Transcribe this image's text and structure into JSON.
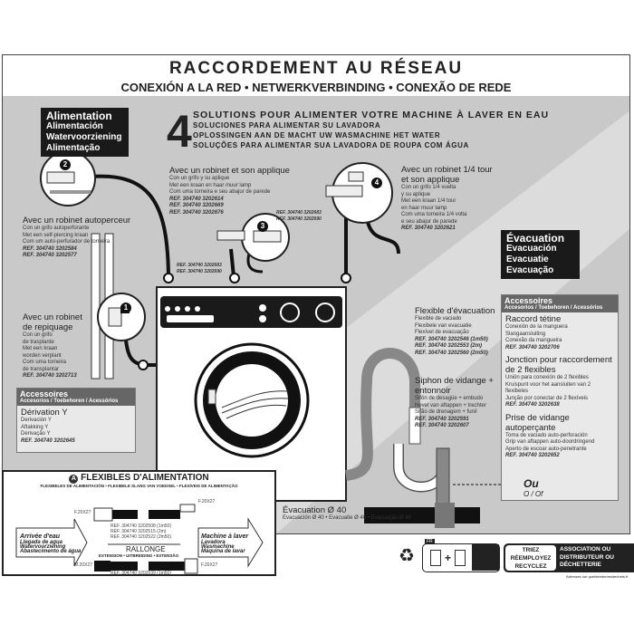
{
  "header": {
    "title": "RACCORDEMENT AU RÉSEAU",
    "subtitle": "CONEXIÓN A LA RED • NETWERKVERBINDING • CONEXÃO DE REDE"
  },
  "alimentation": {
    "lines": [
      "Alimentation",
      "Alimentación",
      "Watervoorziening",
      "Alimentação"
    ]
  },
  "solutions": {
    "number": "4",
    "lines": [
      "SOLUTIONS POUR ALIMENTER VOTRE MACHINE À LAVER EN EAU",
      "SOLUCIONES PARA ALIMENTAR SU LAVADORA",
      "OPLOSSINGEN AAN DE MACHT UW WASMACHINE HET WATER",
      "SOLUÇÕES PARA ALIMENTAR SUA LAVADORA DE ROUPA COM ÁGUA"
    ]
  },
  "option2": {
    "badge": "2",
    "title": "Avec un robinet autoperceur",
    "lines": [
      "Con un grifo autoperforante",
      "Met een self-piercing kraan",
      "Com um auto-perfurador de torneira"
    ],
    "refs": [
      "REF. 304740 3202584",
      "REF. 304740 3202577"
    ]
  },
  "option3": {
    "badge": "3",
    "title": "Avec un robinet et son applique",
    "lines": [
      "Con un grifo y su aplique",
      "Met een kraan en haar muur lamp",
      "Com uma torneira e seu abajur de parede"
    ],
    "refs": [
      "REF. 304740 3202614",
      "REF. 304740 3202669",
      "REF. 304740 3202676"
    ],
    "small_refs": [
      "REF. 304740 3202683",
      "REF. 304740 3202690"
    ]
  },
  "option4": {
    "badge": "4",
    "title": "Avec un robinet 1/4 tour et son applique",
    "lines": [
      "Con un grifo 1/4 vuelta",
      "y su aplique",
      "Met een kraan 1/4 tour",
      "en haar muur lamp",
      "Com uma torneira 1/4 volta",
      "e seu abajur de parede"
    ],
    "refs": [
      "REF. 304740 3202621"
    ],
    "small_refs": [
      "REF. 304740 3202683",
      "REF. 304740 3202690"
    ]
  },
  "option1": {
    "badge": "1",
    "title": "Avec un robinet de repiquage",
    "lines": [
      "Con un grifo",
      "de trasplante",
      "Met een kraan",
      "worden verplant",
      "Com uma torneira",
      "de transplantar"
    ],
    "refs": [
      "REF. 304740 3202713"
    ]
  },
  "connector_label": "A",
  "accessoires_left": {
    "title": "Accessoires",
    "subtitle": "Accesorios / Toebehoren / Acessórios",
    "item": {
      "title": "Dérivation Y",
      "lines": [
        "Derivación Y",
        "Aftakking Y",
        "Derivação Y"
      ],
      "ref": "REF. 304740 3202645"
    }
  },
  "evacuation": {
    "lines": [
      "Évacuation",
      "Evacuación",
      "Evacuatie",
      "Evacuação"
    ]
  },
  "accessoires_right": {
    "title": "Accessoires",
    "subtitle": "Accesorios / Toebehoren / Acessórios",
    "items": [
      {
        "title": "Raccord tétine",
        "lines": [
          "Conexión de la manguera",
          "Slangaansluiting",
          "Conexão da mangueira"
        ],
        "ref": "REF. 304740 3202706"
      },
      {
        "title": "Jonction pour raccordement de 2 flexibles",
        "lines": [
          "Unión para conexión de 2 flexibles",
          "Kruispunt voor het aansluiten van 2 flexibeles",
          "Junção por conectar de 2 flexíveis"
        ],
        "ref": "REF. 304740 3202638"
      },
      {
        "title": "Prise de vidange autoperçante",
        "lines": [
          "Toma de vaciado auto-perforación",
          "Grip van aftappen auto-doordringend",
          "Aperto de escoar auto-penetrante"
        ],
        "ref": "REF. 304740 3202652"
      }
    ],
    "or": "Ou",
    "or_other": "O / Of"
  },
  "flexible_evac": {
    "title": "Flexible d'évacuation",
    "lines": [
      "Flexible de vaciado",
      "Flexibele van evacuatie",
      "Flexível de evacuação"
    ],
    "refs": [
      "REF. 304740 3202546 (1m50)",
      "REF. 304740 3202553 (2m)",
      "REF. 304740 3202560 (2m50)"
    ]
  },
  "siphon": {
    "title": "Siphon de vidange + entonnoir",
    "lines": [
      "Sifón de desagüe + embudo",
      "Hevel van aftappen + trechter",
      "Sifão de drenagem + funil"
    ],
    "refs": [
      "REF. 304740 3202591",
      "REF. 304740 3202607"
    ]
  },
  "evac40": {
    "title": "Évacuation Ø 40",
    "sub": "Evacuación Ø 40 • Evacuatie Ø 40 • Evacuação Ø 40"
  },
  "flexibles": {
    "badge": "A",
    "title": "FLEXIBLES D'ALIMENTATION",
    "subtitle": "FLEXIBELES DE ALIMENTACIÓN • FLEXIBELE SLANG VAN VOEDSEL • FLEXÍVEIS DE ALIMENTAÇÃO",
    "thread_f": "F.20X27",
    "thread_m": "M.20X27",
    "refs": [
      "REF. 304740 3202508 (1m50)",
      "REF. 304740 3202515 (2m)",
      "REF. 304740 3202522 (2m50)"
    ],
    "rallonge": "RALLONGE",
    "rallonge_sub": "EXTENSION • UITBREIDING • EXTENSÃO",
    "rallonge_ref": "REF. 304740 3202539 (1m50)",
    "arrivee": {
      "title": "Arrivée d'eau",
      "lines": [
        "Llegada de agua",
        "Watervoorziening",
        "Abastecimento de água"
      ]
    },
    "machine": {
      "title": "Machine à laver",
      "lines": [
        "Lavadora",
        "Wasmachine",
        "Máquina de lavar"
      ]
    }
  },
  "recycling": {
    "tag": "FR",
    "triez": [
      "TRIEZ",
      "RÉEMPLOYEZ",
      "RECYCLEZ"
    ],
    "options": [
      "ASSOCIATION",
      "OU",
      "DISTRIBUTEUR",
      "OU",
      "DÉCHETTERIE"
    ],
    "footnote": "Adresses sur quefairedemesdechets.fr"
  },
  "colors": {
    "panel": "#c9c9c9",
    "dark": "#1a1a1a",
    "accent_box": "#666666"
  }
}
